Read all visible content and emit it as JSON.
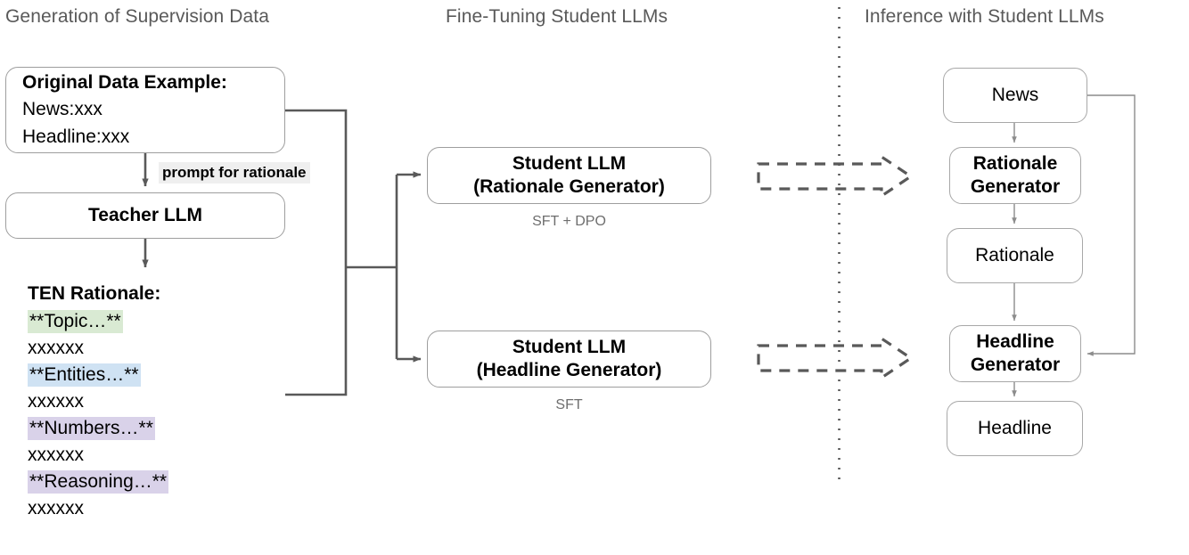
{
  "diagram": {
    "title_columns": [
      {
        "name": "generation",
        "label": "Generation of Supervision Data"
      },
      {
        "name": "finetuning",
        "label": "Fine-Tuning Student LLMs"
      },
      {
        "name": "inference",
        "label": "Inference with Student LLMs"
      }
    ],
    "colors": {
      "box_border": "#9e9e9e",
      "edge_stroke": "#595959",
      "edge_stroke_light": "#8c8c8c",
      "dashed_arrow": "#595959",
      "divider": "#595959",
      "title_text": "#595959",
      "sub_label_text": "#6e6e6e",
      "highlight_topic": "#d9ead3",
      "highlight_entities": "#cfe2f3",
      "highlight_numbers": "#d9d2e9",
      "highlight_reasoning": "#d9d2e9",
      "prompt_label_bg": "#efefef"
    }
  },
  "generation": {
    "original_data": {
      "title": "Original Data Example:",
      "lines": [
        "News:xxx",
        "Headline:xxx"
      ]
    },
    "prompt_label": "prompt for rationale",
    "teacher": {
      "label": "Teacher LLM"
    },
    "rationale": {
      "heading": "TEN Rationale:",
      "items": [
        {
          "marker": "**Topic…**",
          "highlight": "#d9ead3",
          "body": "xxxxxx"
        },
        {
          "marker": "**Entities…**",
          "highlight": "#cfe2f3",
          "body": "xxxxxx"
        },
        {
          "marker": "**Numbers…**",
          "highlight": "#d9d2e9",
          "body": "xxxxxx"
        },
        {
          "marker": "**Reasoning…**",
          "highlight": "#d9d2e9",
          "body": "xxxxxx"
        }
      ]
    }
  },
  "finetuning": {
    "students": [
      {
        "name": "rationale-generator",
        "line1": "Student LLM",
        "line2": "(Rationale Generator)",
        "training": "SFT + DPO"
      },
      {
        "name": "headline-generator",
        "line1": "Student LLM",
        "line2": "(Headline Generator)",
        "training": "SFT"
      }
    ]
  },
  "inference": {
    "nodes": [
      {
        "name": "news",
        "label": "News",
        "bold": false
      },
      {
        "name": "rationale-generator",
        "label": "Rationale\nGenerator",
        "line1": "Rationale",
        "line2": "Generator",
        "bold": true
      },
      {
        "name": "rationale",
        "label": "Rationale",
        "bold": false
      },
      {
        "name": "headline-generator",
        "label": "Headline\nGenerator",
        "line1": "Headline",
        "line2": "Generator",
        "bold": true
      },
      {
        "name": "headline",
        "label": "Headline",
        "bold": false
      }
    ]
  }
}
